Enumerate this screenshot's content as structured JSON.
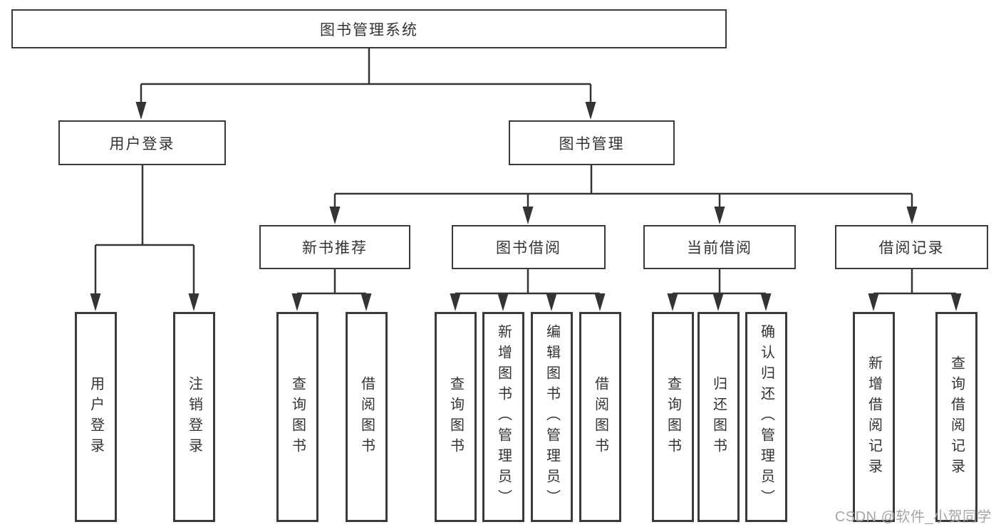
{
  "colors": {
    "background": "#ffffff",
    "line": "#343434",
    "border": "#3a3a3a",
    "text": "#333333",
    "watermark": "#a6a6a6"
  },
  "tree": {
    "root": {
      "label": "图书管理系统"
    },
    "branches": [
      {
        "label": "用户登录"
      },
      {
        "label": "图书管理"
      }
    ],
    "modules": [
      {
        "label": "新书推荐"
      },
      {
        "label": "图书借阅"
      },
      {
        "label": "当前借阅"
      },
      {
        "label": "借阅记录"
      }
    ],
    "leaves": [
      {
        "label": "用户登录"
      },
      {
        "label": "注销登录"
      },
      {
        "label": "查询图书"
      },
      {
        "label": "借阅图书"
      },
      {
        "label": "查询图书"
      },
      {
        "label": "新增图书（管理员）"
      },
      {
        "label": "编辑图书（管理员）"
      },
      {
        "label": "借阅图书"
      },
      {
        "label": "查询图书"
      },
      {
        "label": "归还图书"
      },
      {
        "label": "确认归还（管理员）"
      },
      {
        "label": "新增借阅记录"
      },
      {
        "label": "查询借阅记录"
      }
    ]
  },
  "watermark": {
    "label": "CSDN @软件_小贺同学"
  }
}
